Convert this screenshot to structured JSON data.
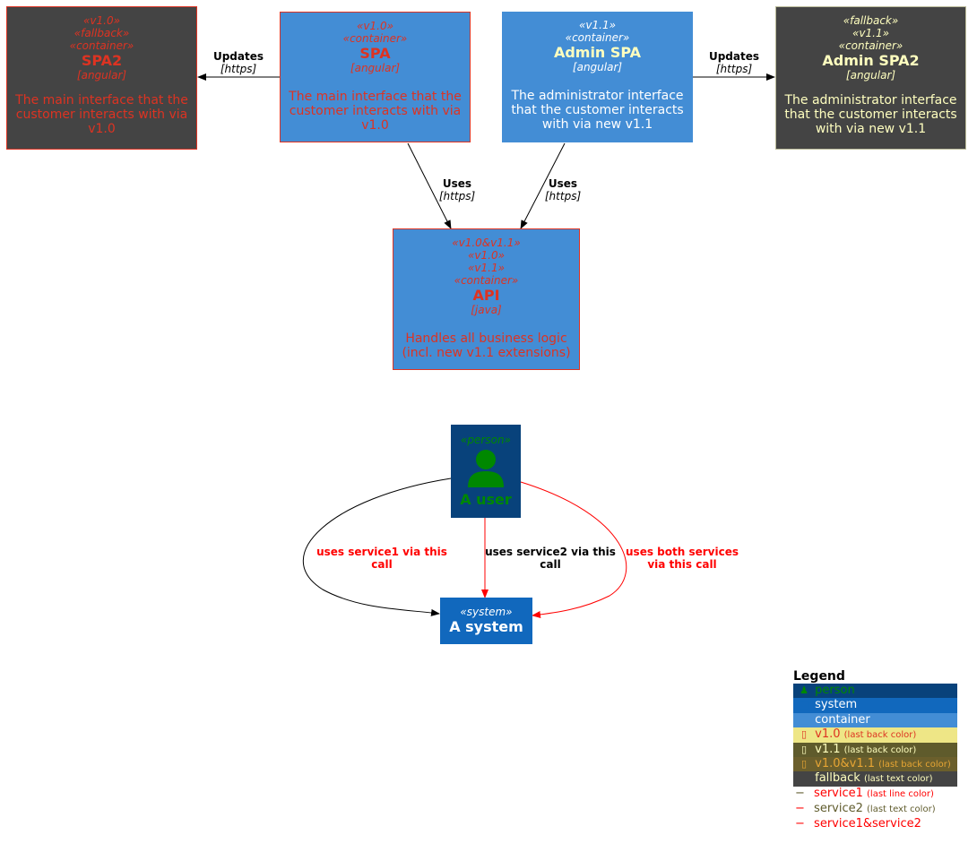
{
  "colors": {
    "fallback_bg": "#444444",
    "spa_bg": "#438DD5",
    "system_bg": "#1168BD",
    "person_bg": "#08427B",
    "red_text": "#DD3322",
    "cream_text": "#FFFFBF",
    "green": "#008800",
    "red_line": "#FF0000"
  },
  "nodes": {
    "spa2": {
      "stereo": [
        "«v1.0»",
        "«fallback»",
        "«container»"
      ],
      "name": "SPA2",
      "tech": "[angular]",
      "desc": "The main interface that the customer interacts with via v1.0"
    },
    "spa": {
      "stereo": [
        "«v1.0»",
        "«container»"
      ],
      "name": "SPA",
      "tech": "[angular]",
      "desc": "The main interface that the customer interacts with via v1.0"
    },
    "admin_spa": {
      "stereo": [
        "«v1.1»",
        "«container»"
      ],
      "name": "Admin SPA",
      "tech": "[angular]",
      "desc": "The administrator interface that the customer interacts with via new v1.1"
    },
    "admin_spa2": {
      "stereo": [
        "«fallback»",
        "«v1.1»",
        "«container»"
      ],
      "name": "Admin SPA2",
      "tech": "[angular]",
      "desc": "The administrator interface that the customer interacts with via new v1.1"
    },
    "api": {
      "stereo": [
        "«v1.0&v1.1»",
        "«v1.0»",
        "«v1.1»",
        "«container»"
      ],
      "name": "API",
      "tech": "[java]",
      "desc": "Handles all business logic (incl. new v1.1 extensions)"
    },
    "person": {
      "stereo": "«person»",
      "name": "A user"
    },
    "system": {
      "stereo": "«system»",
      "name": "A system"
    }
  },
  "edges": {
    "spa_to_spa2": {
      "label": "Updates",
      "tech": "[https]"
    },
    "admin_to_admin2": {
      "label": "Updates",
      "tech": "[https]"
    },
    "spa_to_api": {
      "label": "Uses",
      "tech": "[https]"
    },
    "admin_to_api": {
      "label": "Uses",
      "tech": "[https]"
    },
    "user_service1": {
      "label": "uses service1 via this call"
    },
    "user_service2": {
      "label": "uses service2 via this call"
    },
    "user_both": {
      "label": "uses both services via this call"
    }
  },
  "legend": {
    "title": "Legend",
    "person": "person",
    "system": "system",
    "container": "container",
    "v10": "v1.0",
    "v10_note": "(last back color)",
    "v11": "v1.1",
    "v11_note": "(last back color)",
    "v1011": "v1.0&v1.1",
    "v1011_note": "(last back color)",
    "fallback": "fallback",
    "fallback_note": "(last text color)",
    "service1": "service1",
    "service1_note": "(last line color)",
    "service2": "service2",
    "service2_note": "(last text color)",
    "service12": "service1&service2",
    "dash": "−"
  }
}
